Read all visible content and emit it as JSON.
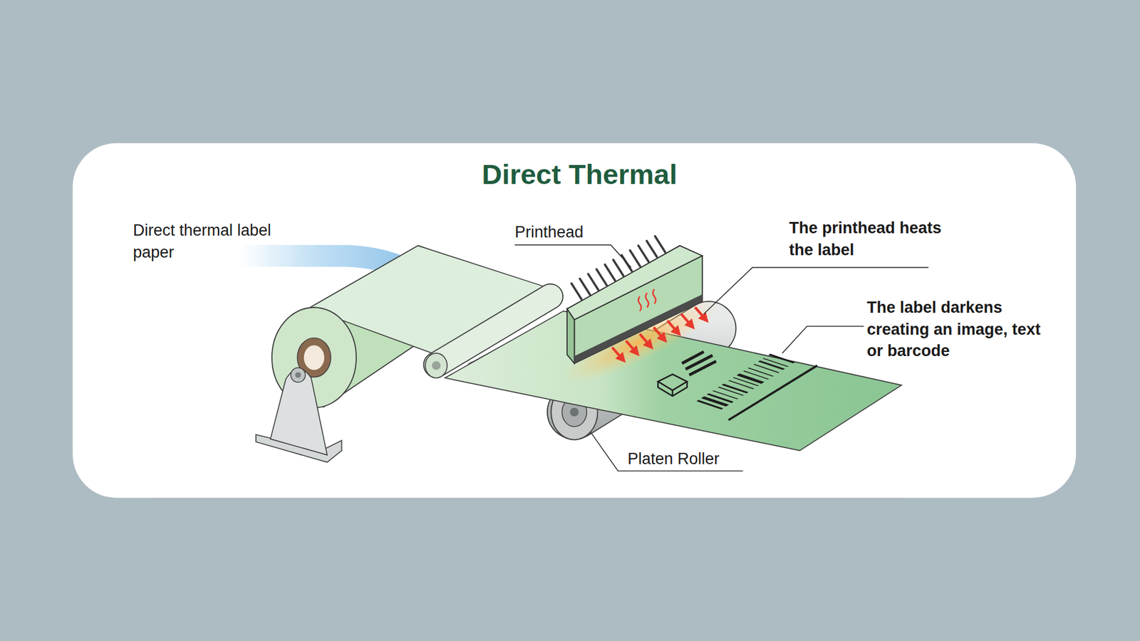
{
  "diagram": {
    "title": "Direct Thermal",
    "labels": [
      "Direct thermal label paper",
      "Printhead",
      "The printhead heats the label",
      "The label darkens creating an image, text or barcode",
      "Platen Roller"
    ]
  }
}
